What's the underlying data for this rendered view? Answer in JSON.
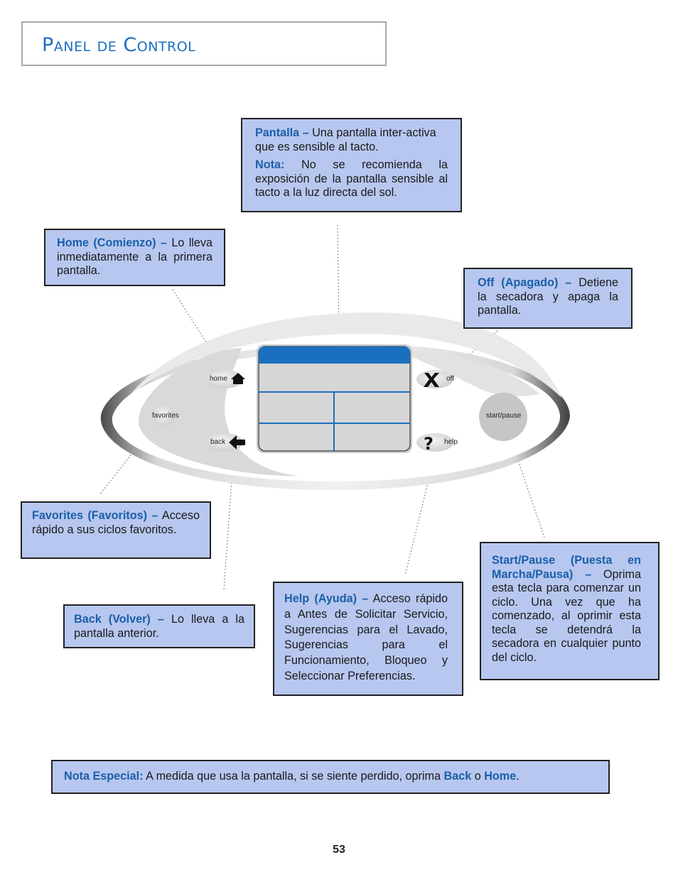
{
  "page": {
    "title": "Panel de Control",
    "page_number": "53"
  },
  "callouts": {
    "pantalla": {
      "heading": "Pantalla –",
      "text": "Una pantalla inter-activa que es sensible al tacto.",
      "note_heading": "Nota:",
      "note_text": "No se recomienda la exposición de la pantalla sensible al tacto a la luz directa del sol."
    },
    "home": {
      "heading": "Home (Comienzo) –",
      "text": "Lo lleva inmediatamente a la primera pantalla."
    },
    "off": {
      "heading": "Off (Apagado) –",
      "text": "Detiene la secadora y apaga la pantalla."
    },
    "favorites": {
      "heading": "Favorites (Favoritos) –",
      "text": "Acceso rápido a sus ciclos favoritos."
    },
    "back": {
      "heading": "Back (Volver) –",
      "text": "Lo lleva a la pantalla anterior."
    },
    "help": {
      "heading": "Help (Ayuda) –",
      "text": "Acceso rápido a Antes de Solicitar Servicio, Sugerencias para el Lavado, Sugerencias para el Funcionamiento, Bloqueo y Seleccionar Preferencias."
    },
    "startpause": {
      "heading": "Start/Pause (Puesta en Marcha/Pausa) –",
      "text": "Oprima esta tecla para comenzar un ciclo. Una vez que ha comenzado, al oprimir esta tecla se detendrá la secadora en cualquier punto del ciclo."
    }
  },
  "special_note": {
    "heading": "Nota Especial:",
    "text_before": "A medida que usa la pantalla, si se siente perdido, oprima",
    "back_word": "Back",
    "connector": "o",
    "home_word": "Home",
    "period": "."
  },
  "panel_buttons": {
    "home": "home",
    "off": "off",
    "favorites": "favorites",
    "back": "back",
    "help": "help",
    "startpause": "start/pause"
  },
  "colors": {
    "accent": "#1b6fbf",
    "callout_bg": "#b7c7ef",
    "screen_header": "#1b6fbf"
  }
}
